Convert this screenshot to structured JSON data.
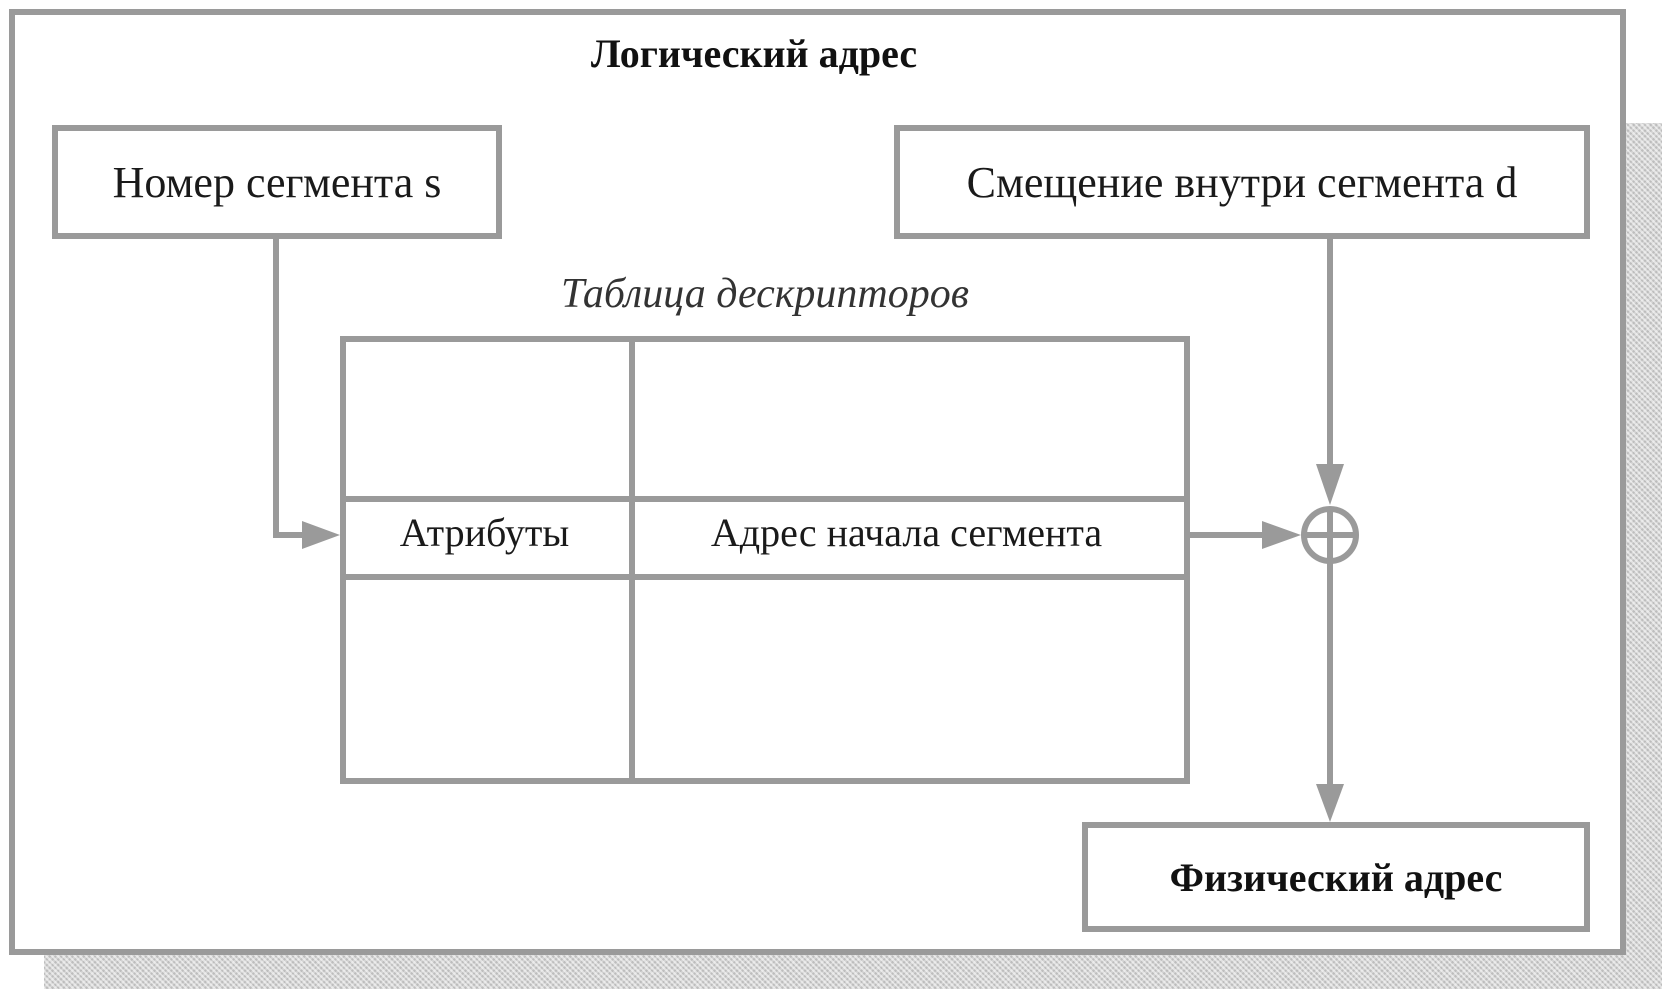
{
  "diagram": {
    "title": "Логический адрес",
    "segment_number_label": "Номер сегмента s",
    "offset_label": "Смещение внутри сегмента d",
    "table_caption": "Таблица дескрипторов",
    "attributes_label": "Атрибуты",
    "segment_base_label": "Адрес начала сегмента",
    "physical_address_label": "Физический адрес",
    "adder_icon": "circle-plus-icon",
    "colors": {
      "stroke": "#9a9a9a",
      "text": "#1a1a1a",
      "shadow": "#bdbdbd"
    }
  }
}
